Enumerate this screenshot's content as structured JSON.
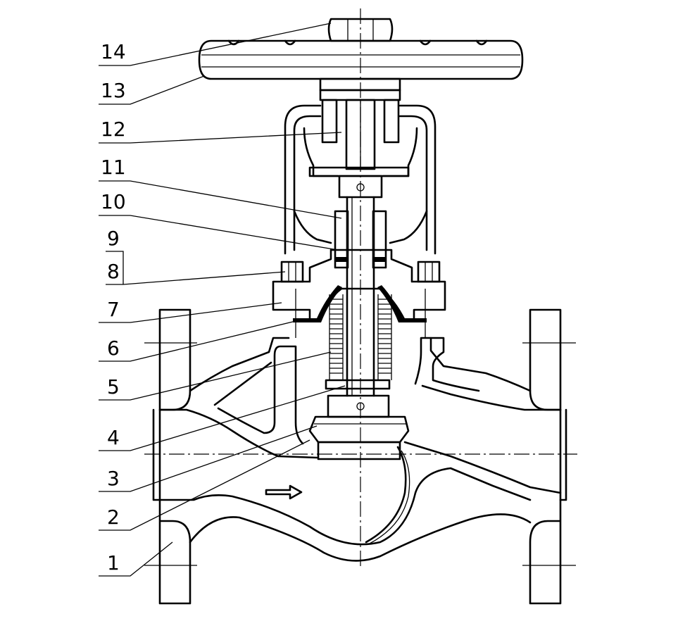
{
  "callouts": [
    {
      "id": "14",
      "label": "14"
    },
    {
      "id": "13",
      "label": "13"
    },
    {
      "id": "12",
      "label": "12"
    },
    {
      "id": "11",
      "label": "11"
    },
    {
      "id": "10",
      "label": "10"
    },
    {
      "id": "9",
      "label": "9"
    },
    {
      "id": "8",
      "label": "8"
    },
    {
      "id": "7",
      "label": "7"
    },
    {
      "id": "6",
      "label": "6"
    },
    {
      "id": "5",
      "label": "5"
    },
    {
      "id": "4",
      "label": "4"
    },
    {
      "id": "3",
      "label": "3"
    },
    {
      "id": "2",
      "label": "2"
    },
    {
      "id": "1",
      "label": "1"
    }
  ]
}
